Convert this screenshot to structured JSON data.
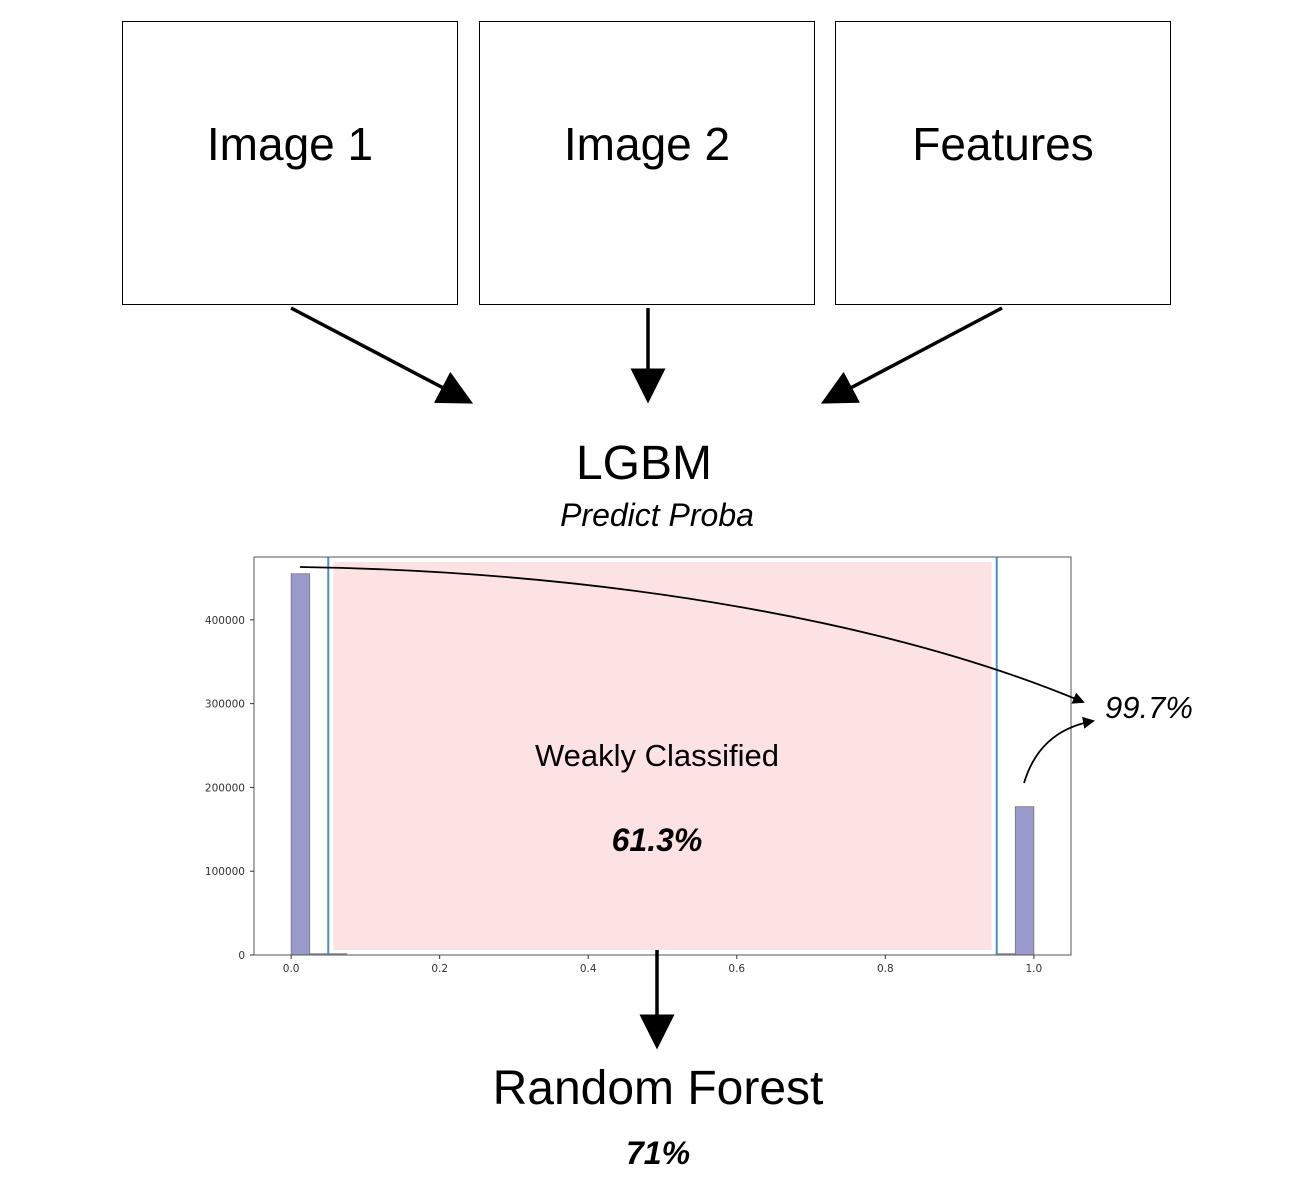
{
  "inputs": [
    {
      "label": "Image 1"
    },
    {
      "label": "Image 2"
    },
    {
      "label": "Features"
    }
  ],
  "model": {
    "name": "LGBM",
    "subtitle": "Predict Proba"
  },
  "histogram": {
    "region_label": "Weakly Classified",
    "region_percent": "61.3%",
    "confident_percent": "99.7%"
  },
  "final_model": {
    "name": "Random Forest",
    "accuracy": "71%"
  },
  "chart_data": {
    "type": "bar",
    "x_ticks": [
      "0.0",
      "0.2",
      "0.4",
      "0.6",
      "0.8",
      "1.0"
    ],
    "y_ticks": [
      "0",
      "100000",
      "200000",
      "300000",
      "400000"
    ],
    "xlim": [
      -0.05,
      1.05
    ],
    "ylim": [
      0,
      475000
    ],
    "bins": [
      {
        "x0": 0.0,
        "x1": 0.025,
        "count": 455000
      },
      {
        "x0": 0.025,
        "x1": 0.075,
        "count": 1500
      },
      {
        "x0": 0.95,
        "x1": 0.975,
        "count": 1500
      },
      {
        "x0": 0.975,
        "x1": 1.0,
        "count": 177000
      }
    ],
    "thresholds": [
      0.05,
      0.95
    ],
    "bar_color": "#9999cc",
    "threshold_color": "#4a90c8",
    "region_color": "#fde2e4"
  }
}
